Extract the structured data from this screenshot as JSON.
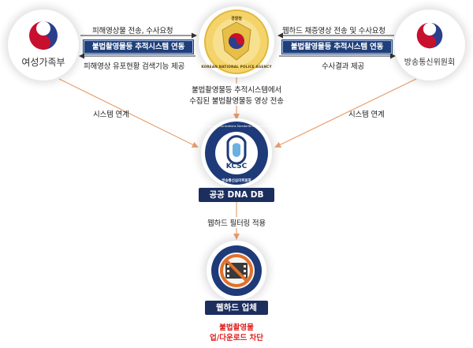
{
  "orgs": {
    "left": "여성가족부",
    "right": "방송통신위원회",
    "center_emblem_text": "KOREAN NATIONAL POLICE AGENCY",
    "center_emblem_top": "경찰청",
    "kcsc_logo": "KCSC",
    "kcsc_ring_top": "Korea Communications Standards Commission",
    "kcsc_ring_bottom": "방송통신심의위원회"
  },
  "top_left": {
    "above": "피해영상물 전송, 수사요청",
    "box": "불법촬영물등 추적시스템 연동",
    "below": "피해영상 유포현황 검색기능 제공"
  },
  "top_right": {
    "above": "웹하드 채증영상 전송 및 수사요청",
    "box": "불법촬영물등 추적시스템 연동",
    "below": "수사결과 제공"
  },
  "center_text": {
    "line1": "불법촬영물등 추적시스템에서",
    "line2": "수집된 불법촬영물등 영상 전송"
  },
  "system_link_left": "시스템 연계",
  "system_link_right": "시스템 연계",
  "db_label": "공공 DNA DB",
  "filter_text": "웹하드 필터링 적용",
  "webhard_label": "웹하드 업체",
  "block_text": {
    "line1": "불법촬영물",
    "line2": "업/다운로드 차단"
  },
  "colors": {
    "navy": "#1c2e5e",
    "arrow": "#e8a070",
    "red": "#e02020"
  }
}
